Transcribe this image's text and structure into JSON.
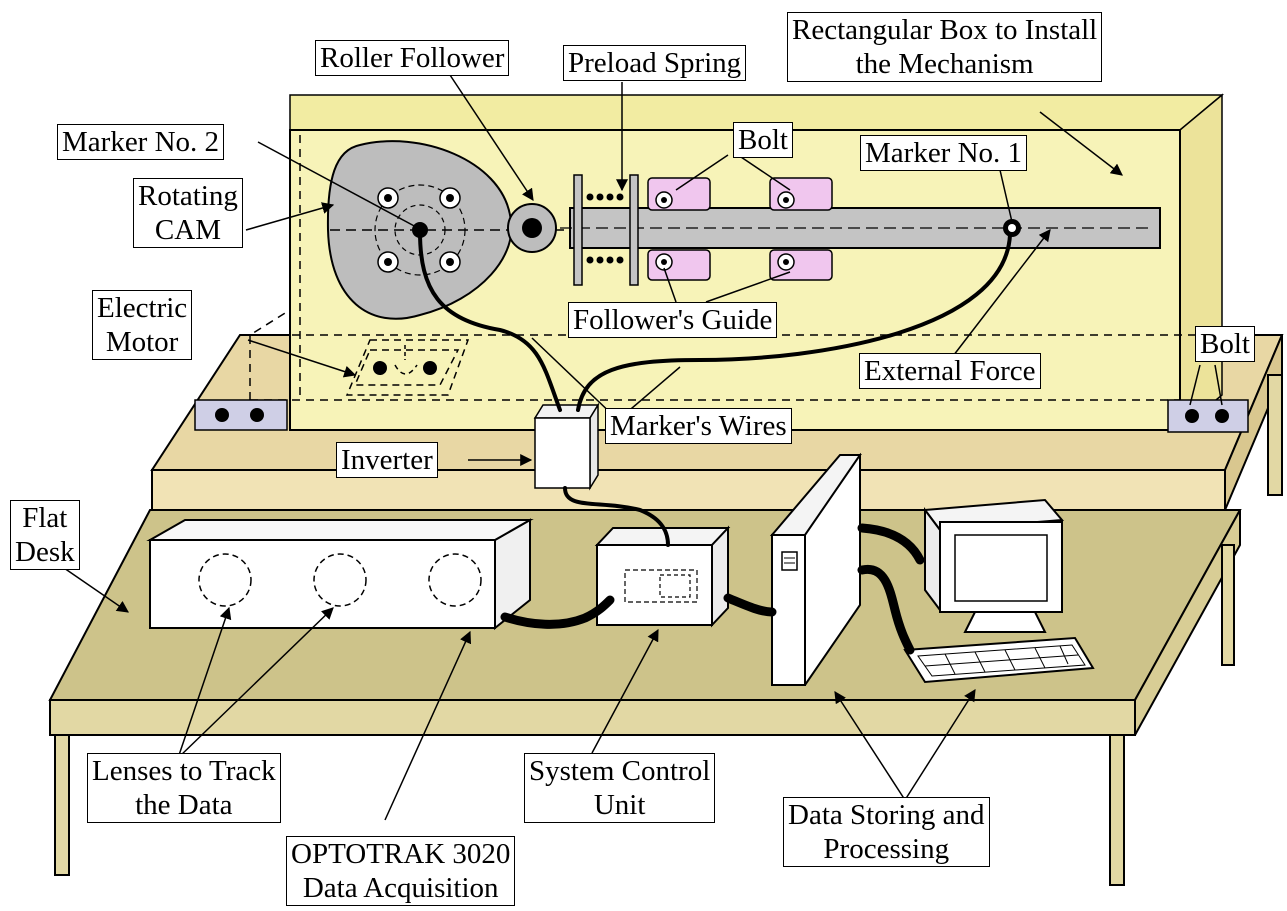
{
  "labels": {
    "roller_follower": "Roller Follower",
    "preload_spring": "Preload Spring",
    "rect_box_l1": "Rectangular Box to Install",
    "rect_box_l2": "the Mechanism",
    "marker2": "Marker No. 2",
    "bolt_top": "Bolt",
    "marker1": "Marker No. 1",
    "rotating_cam_l1": "Rotating",
    "rotating_cam_l2": "CAM",
    "electric_motor_l1": "Electric",
    "electric_motor_l2": "Motor",
    "followers_guide": "Follower's Guide",
    "bolt_right": "Bolt",
    "external_force": "External Force",
    "markers_wires": "Marker's Wires",
    "inverter": "Inverter",
    "flat_desk_l1": "Flat",
    "flat_desk_l2": "Desk",
    "lenses_l1": "Lenses to Track",
    "lenses_l2": "the Data",
    "system_control_l1": "System Control",
    "system_control_l2": "Unit",
    "data_storing_l1": "Data Storing and",
    "data_storing_l2": "Processing",
    "optotrak_l1": "OPTOTRAK 3020",
    "optotrak_l2": "Data Acquisition"
  },
  "colors": {
    "box": "#f7f3b8",
    "desk_top": "#cdc38a",
    "desk_edge": "#e2d8a4",
    "bench": "#e8d7a4",
    "cam": "#bdbdbd",
    "follower_rod": "#c4c4c4",
    "guide": "#f0c6ee",
    "base_plate": "#cfcfe6"
  }
}
